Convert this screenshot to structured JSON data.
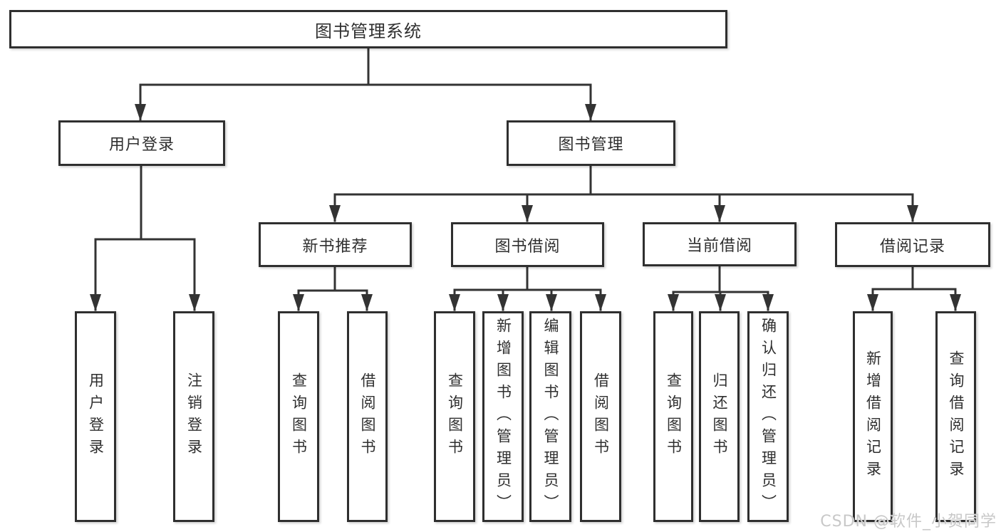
{
  "diagram": {
    "title": "图书管理系统",
    "colors": {
      "line": "#333333",
      "box_border": "#2f2f2f",
      "box_background": "#ffffff",
      "text": "#2f2f2f",
      "watermark": "#c8c8c8"
    }
  },
  "nodes": {
    "root": {
      "label": "图书管理系统"
    },
    "level2": {
      "user_login": {
        "label": "用户登录"
      },
      "book_management": {
        "label": "图书管理"
      }
    },
    "level3": {
      "new_books": {
        "label": "新书推荐"
      },
      "book_borrow": {
        "label": "图书借阅"
      },
      "current_borrow": {
        "label": "当前借阅"
      },
      "borrow_records": {
        "label": "借阅记录"
      }
    },
    "leaves": {
      "ul_login": {
        "label": "用户登录"
      },
      "ul_logout": {
        "label": "注销登录"
      },
      "nb_query": {
        "label": "查询图书"
      },
      "nb_borrow": {
        "label": "借阅图书"
      },
      "bb_query": {
        "label": "查询图书"
      },
      "bb_add": {
        "label": "新增图书（管理员）"
      },
      "bb_edit": {
        "label": "编辑图书（管理员）"
      },
      "bb_borrow": {
        "label": "借阅图书"
      },
      "cb_query": {
        "label": "查询图书"
      },
      "cb_return": {
        "label": "归还图书"
      },
      "cb_confirm": {
        "label": "确认归还（管理员）"
      },
      "rec_add": {
        "label": "新增借阅记录"
      },
      "rec_query": {
        "label": "查询借阅记录"
      }
    }
  },
  "watermark": {
    "text": "CSDN @软件_小贺同学"
  }
}
